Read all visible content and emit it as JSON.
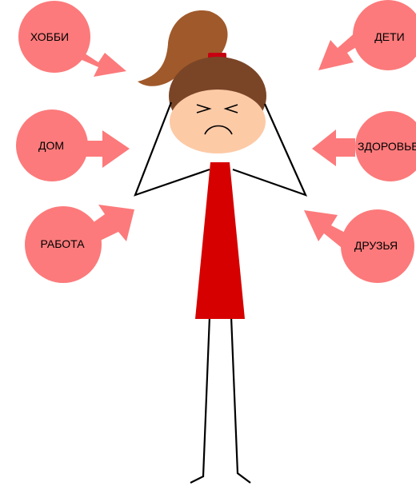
{
  "colors": {
    "bubble": "#fc7a7b",
    "hair": "#a0592a",
    "hair_dark": "#7a4527",
    "hair_tie": "#c60010",
    "skin": "#fdcaa6",
    "dress": "#d60000",
    "line": "#000000"
  },
  "face": {
    "expression": "stressed",
    "eyes": ">  <"
  },
  "bubbles": [
    {
      "label": "ХОББИ"
    },
    {
      "label": "ДОМ"
    },
    {
      "label": "РАБОТА"
    },
    {
      "label": "ДЕТИ"
    },
    {
      "label": "ЗДОРОВЬЕ"
    },
    {
      "label": "ДРУЗЬЯ"
    }
  ]
}
